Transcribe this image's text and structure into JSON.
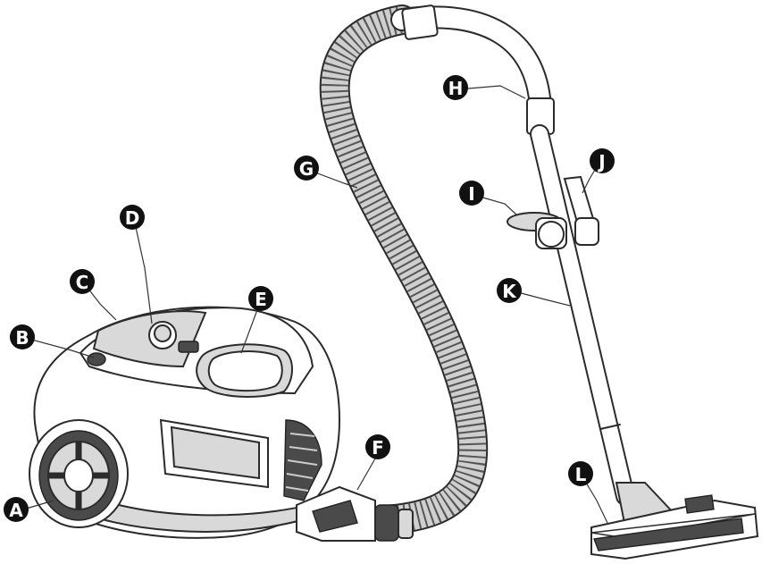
{
  "callouts": [
    {
      "id": "A",
      "label": "A"
    },
    {
      "id": "B",
      "label": "B"
    },
    {
      "id": "C",
      "label": "C"
    },
    {
      "id": "D",
      "label": "D"
    },
    {
      "id": "E",
      "label": "E"
    },
    {
      "id": "F",
      "label": "F"
    },
    {
      "id": "G",
      "label": "G"
    },
    {
      "id": "H",
      "label": "H"
    },
    {
      "id": "I",
      "label": "I"
    },
    {
      "id": "J",
      "label": "J"
    },
    {
      "id": "K",
      "label": "K"
    },
    {
      "id": "L",
      "label": "L"
    }
  ]
}
